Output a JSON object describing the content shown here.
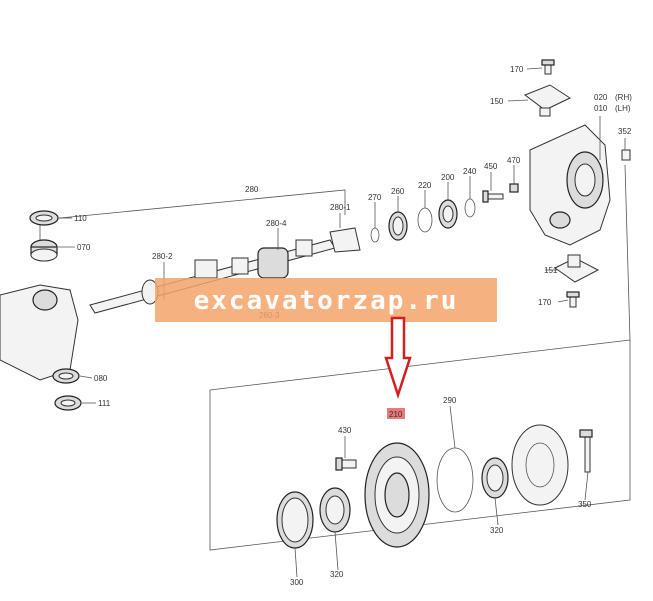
{
  "labels": {
    "l170a": "170",
    "l150": "150",
    "l020": "020",
    "l020s": "(RH)",
    "l010": "010",
    "l010s": "(LH)",
    "l352": "352",
    "l280": "280",
    "l280_4": "280-4",
    "l280_1": "280-1",
    "l280_2": "280-2",
    "l280_3": "280-3",
    "l270": "270",
    "l260": "260",
    "l220": "220",
    "l200": "200",
    "l240": "240",
    "l450": "450",
    "l470": "470",
    "l110": "110",
    "l070": "070",
    "l080": "080",
    "l111": "111",
    "l151": "151",
    "l170b": "170",
    "l210": "210",
    "l290": "290",
    "l430": "430",
    "l350": "350",
    "l320a": "320",
    "l320b": "320",
    "l300": "300"
  },
  "watermark": {
    "text": "excavatorzap.ru",
    "color": "#f5a36a"
  },
  "highlight": {
    "color": "#e05a5a",
    "arrow_color": "#d02020"
  }
}
